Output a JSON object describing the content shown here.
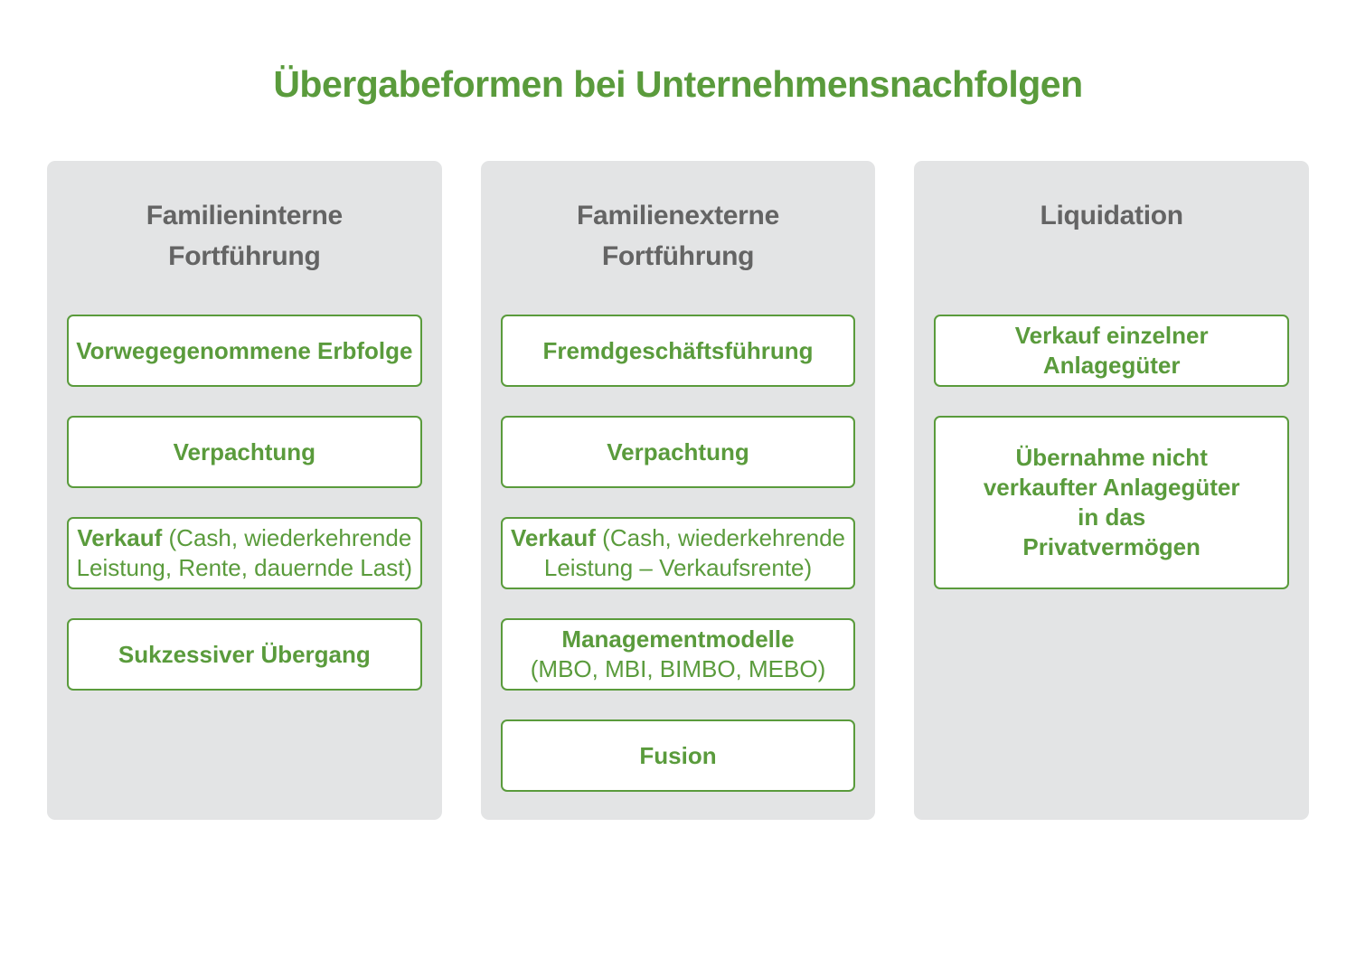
{
  "title": "Übergabeformen bei Unternehmensnachfolgen",
  "colors": {
    "accent_green": "#5a9b3c",
    "panel_background": "#e3e4e5",
    "header_text": "#646464",
    "box_background": "#ffffff"
  },
  "columns": [
    {
      "header": {
        "line1": "Familieninterne",
        "line2": "Fortführung"
      },
      "boxes": [
        {
          "label": "Vorwegegenommene Erbfolge"
        },
        {
          "label": "Verpachtung"
        },
        {
          "bold": "Verkauf",
          "rest1": " (Cash, wiederkehrende",
          "rest2": "Leistung, Rente, dauernde Last)"
        },
        {
          "label": "Sukzessiver Übergang"
        }
      ]
    },
    {
      "header": {
        "line1": "Familienexterne",
        "line2": "Fortführung"
      },
      "boxes": [
        {
          "label": "Fremdgeschäftsführung"
        },
        {
          "label": "Verpachtung"
        },
        {
          "bold": "Verkauf",
          "rest1": " (Cash, wiederkehrende",
          "rest2": "Leistung – Verkaufsrente)"
        },
        {
          "bold": "Managementmodelle",
          "rest2": "(MBO, MBI, BIMBO, MEBO)"
        },
        {
          "label": "Fusion"
        }
      ]
    },
    {
      "header": {
        "line1": "Liquidation"
      },
      "boxes": [
        {
          "line1": "Verkauf einzelner",
          "line2": "Anlagegüter"
        },
        {
          "line1": "Übernahme nicht",
          "line2": "verkaufter Anlagegüter",
          "line3": "in das",
          "line4": "Privatvermögen"
        }
      ]
    }
  ]
}
